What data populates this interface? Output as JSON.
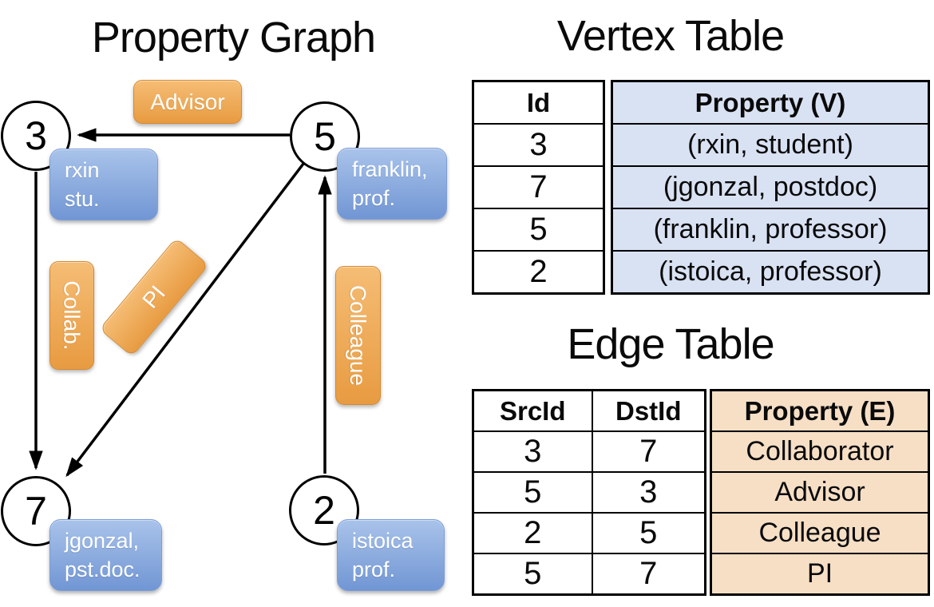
{
  "graph": {
    "title": "Property Graph",
    "vertices": [
      {
        "id": "3",
        "label_lines": [
          "rxin",
          "stu."
        ]
      },
      {
        "id": "5",
        "label_lines": [
          "franklin,",
          "prof."
        ]
      },
      {
        "id": "7",
        "label_lines": [
          "jgonzal,",
          "pst.doc."
        ]
      },
      {
        "id": "2",
        "label_lines": [
          "istoica",
          "prof."
        ]
      }
    ],
    "edges": [
      {
        "label": "Advisor",
        "from": "5",
        "to": "3"
      },
      {
        "label": "Collab.",
        "from": "3",
        "to": "7"
      },
      {
        "label": "PI",
        "from": "5",
        "to": "7"
      },
      {
        "label": "Colleague",
        "from": "2",
        "to": "5"
      }
    ]
  },
  "vertex_table": {
    "title": "Vertex Table",
    "columns": [
      "Id",
      "Property (V)"
    ],
    "rows": [
      [
        "3",
        "(rxin, student)"
      ],
      [
        "7",
        "(jgonzal, postdoc)"
      ],
      [
        "5",
        "(franklin, professor)"
      ],
      [
        "2",
        "(istoica, professor)"
      ]
    ]
  },
  "edge_table": {
    "title": "Edge Table",
    "columns": [
      "SrcId",
      "DstId",
      "Property (E)"
    ],
    "rows": [
      [
        "3",
        "7",
        "Collaborator"
      ],
      [
        "5",
        "3",
        "Advisor"
      ],
      [
        "2",
        "5",
        "Colleague"
      ],
      [
        "5",
        "7",
        "PI"
      ]
    ]
  },
  "colors": {
    "orange_top": "#f5bd75",
    "orange_bottom": "#e89b41",
    "orange_border": "#d5892f",
    "blue_top": "#a9c3ea",
    "blue_bottom": "#7196d4",
    "table_blue": "#d9e2f3",
    "table_peach": "#f6dfc5",
    "line_black": "#000000"
  }
}
